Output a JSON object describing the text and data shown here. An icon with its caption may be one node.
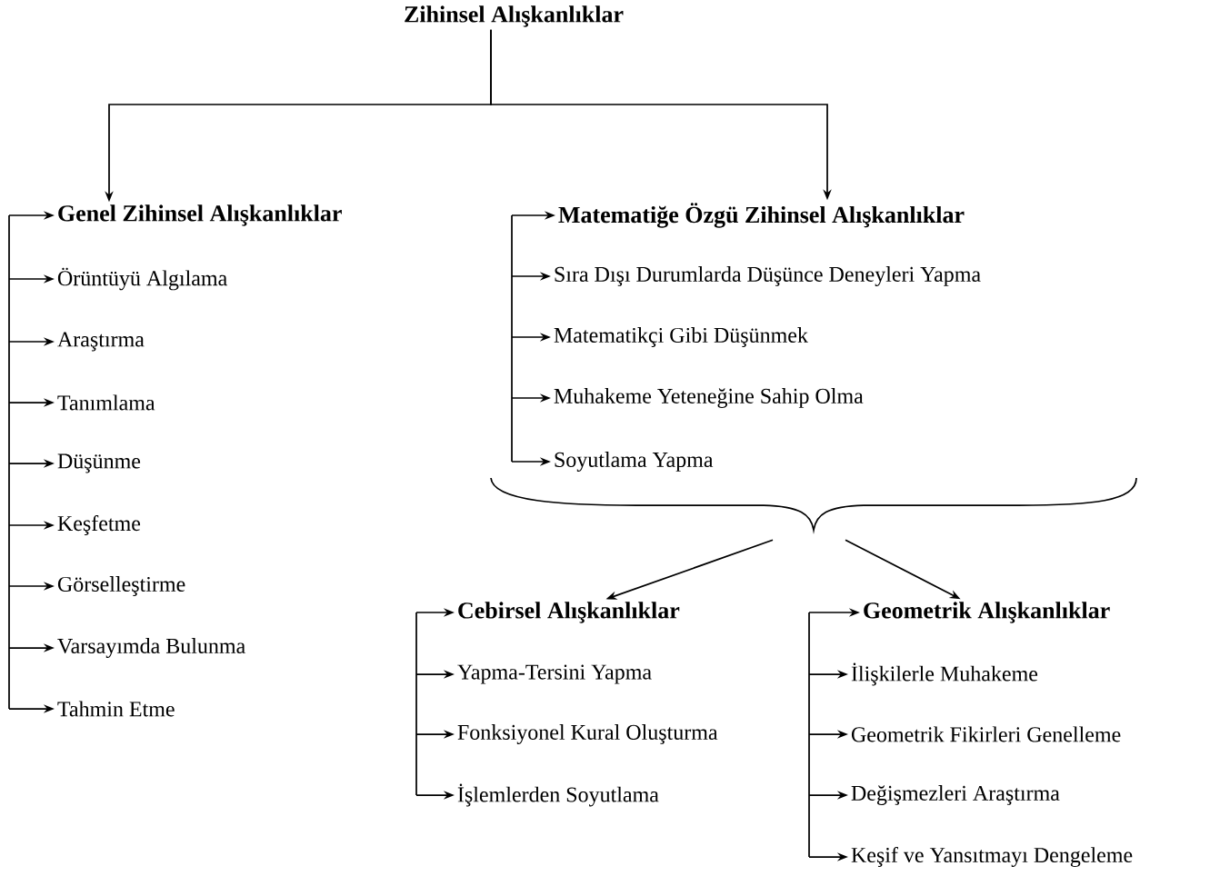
{
  "diagram": {
    "nodes": [
      {
        "text": [
          "Zihinsel Alışkanlıklar"
        ]
      },
      {
        "text": [
          "Genel Zihinsel Alışkanlıklar"
        ]
      },
      {
        "text": [
          "Örüntüyü Algılama"
        ]
      },
      {
        "text": [
          "Araştırma"
        ]
      },
      {
        "text": [
          "Tanımlama"
        ]
      },
      {
        "text": [
          "Düşünme"
        ]
      },
      {
        "text": [
          "Keşfetme"
        ]
      },
      {
        "text": [
          "Görselleştirme"
        ]
      },
      {
        "text": [
          "Varsayımda Bulunma"
        ]
      },
      {
        "text": [
          "Tahmin Etme"
        ]
      },
      {
        "text": [
          "Matematiğe Özgü Zihinsel Alışkanlıklar"
        ]
      },
      {
        "text": [
          "Sıra Dışı Durumlarda Düşünce Deneyleri Yapma"
        ]
      },
      {
        "text": [
          "Matematikçi Gibi Düşünmek"
        ]
      },
      {
        "text": [
          "Muhakeme Yeteneğine Sahip Olma"
        ]
      },
      {
        "text": [
          "Soyutlama Yapma"
        ]
      },
      {
        "text": [
          "Cebirsel Alışkanlıklar"
        ]
      },
      {
        "text": [
          "Yapma-Tersini Yapma"
        ]
      },
      {
        "text": [
          "Fonksiyonel Kural Oluşturma"
        ]
      },
      {
        "text": [
          "İşlemlerden Soyutlama"
        ]
      },
      {
        "text": [
          "Geometrik Alışkanlıklar"
        ]
      },
      {
        "text": [
          "İlişkilerle Muhakeme"
        ]
      },
      {
        "text": [
          "Geometrik Fikirleri Genelleme"
        ]
      },
      {
        "text": [
          "Değişmezleri Araştırma"
        ]
      },
      {
        "text": [
          "Keşif ve Yansıtmayı Dengeleme"
        ]
      },
      {
        "text": [],
        "shape": "brace"
      }
    ],
    "edges": [
      {
        "from": 0,
        "to": 1,
        "arrow": "to"
      },
      {
        "from": 0,
        "to": 10,
        "arrow": "to"
      },
      {
        "from": null,
        "to": 1,
        "arrow": "to"
      },
      {
        "from": null,
        "to": 2,
        "arrow": "to"
      },
      {
        "from": null,
        "to": 3,
        "arrow": "to"
      },
      {
        "from": null,
        "to": 4,
        "arrow": "to"
      },
      {
        "from": null,
        "to": 5,
        "arrow": "to"
      },
      {
        "from": null,
        "to": 6,
        "arrow": "to"
      },
      {
        "from": null,
        "to": 7,
        "arrow": "to"
      },
      {
        "from": null,
        "to": 8,
        "arrow": "to"
      },
      {
        "from": null,
        "to": 9,
        "arrow": "to"
      },
      {
        "from": null,
        "to": 10,
        "arrow": "to"
      },
      {
        "from": null,
        "to": 11,
        "arrow": "to"
      },
      {
        "from": null,
        "to": 12,
        "arrow": "to"
      },
      {
        "from": null,
        "to": 13,
        "arrow": "to"
      },
      {
        "from": null,
        "to": 14,
        "arrow": "to"
      },
      {
        "from": 24,
        "to": 15,
        "arrow": "to"
      },
      {
        "from": 24,
        "to": 19,
        "arrow": "to"
      },
      {
        "from": null,
        "to": 15,
        "arrow": "to"
      },
      {
        "from": null,
        "to": 16,
        "arrow": "to"
      },
      {
        "from": null,
        "to": 17,
        "arrow": "to"
      },
      {
        "from": null,
        "to": 18,
        "arrow": "to"
      },
      {
        "from": null,
        "to": 19,
        "arrow": "to"
      },
      {
        "from": null,
        "to": 20,
        "arrow": "to"
      },
      {
        "from": null,
        "to": 21,
        "arrow": "to"
      },
      {
        "from": null,
        "to": 22,
        "arrow": "to"
      },
      {
        "from": null,
        "to": 23,
        "arrow": "to"
      }
    ]
  }
}
